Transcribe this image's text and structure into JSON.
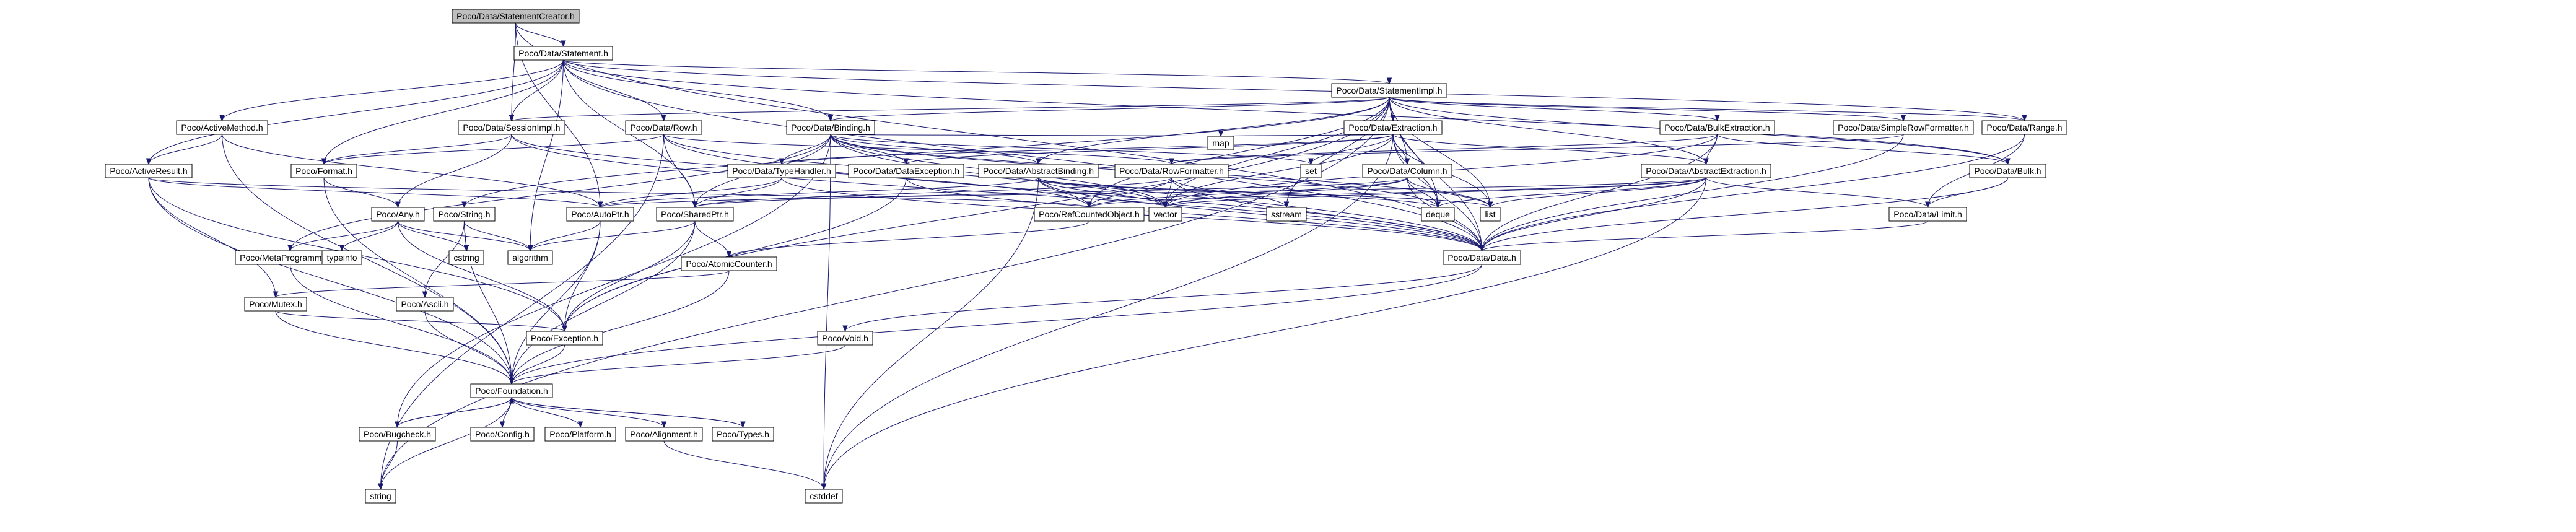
{
  "title": "",
  "colors": {
    "root_fill": "#bfbfbf",
    "node_fill": "#ffffff",
    "edge": "#191970",
    "border_black": "#000000",
    "border_red": "#ff0000",
    "text": "#000000"
  },
  "nodes": [
    {
      "id": "creator",
      "label": "Poco/Data/StatementCreator.h",
      "border": "black",
      "root": true
    },
    {
      "id": "statement",
      "label": "Poco/Data/Statement.h",
      "border": "black"
    },
    {
      "id": "stmtimpl",
      "label": "Poco/Data/StatementImpl.h",
      "border": "black"
    },
    {
      "id": "sessionimpl",
      "label": "Poco/Data/SessionImpl.h",
      "border": "black"
    },
    {
      "id": "row",
      "label": "Poco/Data/Row.h",
      "border": "red"
    },
    {
      "id": "binding",
      "label": "Poco/Data/Binding.h",
      "border": "black"
    },
    {
      "id": "extraction",
      "label": "Poco/Data/Extraction.h",
      "border": "red"
    },
    {
      "id": "bulkext",
      "label": "Poco/Data/BulkExtraction.h",
      "border": "red"
    },
    {
      "id": "simplerowfmt",
      "label": "Poco/Data/SimpleRowFormatter.h",
      "border": "black"
    },
    {
      "id": "range",
      "label": "Poco/Data/Range.h",
      "border": "black"
    },
    {
      "id": "activemethod",
      "label": "Poco/ActiveMethod.h",
      "border": "red"
    },
    {
      "id": "activeresult",
      "label": "Poco/ActiveResult.h",
      "border": "red"
    },
    {
      "id": "format",
      "label": "Poco/Format.h",
      "border": "black"
    },
    {
      "id": "typehandler",
      "label": "Poco/Data/TypeHandler.h",
      "border": "red"
    },
    {
      "id": "dataexception",
      "label": "Poco/Data/DataException.h",
      "border": "black"
    },
    {
      "id": "abstractbinding",
      "label": "Poco/Data/AbstractBinding.h",
      "border": "red"
    },
    {
      "id": "rowformatter",
      "label": "Poco/Data/RowFormatter.h",
      "border": "red"
    },
    {
      "id": "column",
      "label": "Poco/Data/Column.h",
      "border": "red"
    },
    {
      "id": "abstractext",
      "label": "Poco/Data/AbstractExtraction.h",
      "border": "red"
    },
    {
      "id": "bulk",
      "label": "Poco/Data/Bulk.h",
      "border": "black"
    },
    {
      "id": "limit",
      "label": "Poco/Data/Limit.h",
      "border": "black"
    },
    {
      "id": "any",
      "label": "Poco/Any.h",
      "border": "black"
    },
    {
      "id": "string",
      "label": "Poco/String.h",
      "border": "black"
    },
    {
      "id": "autoptr",
      "label": "Poco/AutoPtr.h",
      "border": "black"
    },
    {
      "id": "sharedptr",
      "label": "Poco/SharedPtr.h",
      "border": "black"
    },
    {
      "id": "refcounted",
      "label": "Poco/RefCountedObject.h",
      "border": "black"
    },
    {
      "id": "data",
      "label": "Poco/Data/Data.h",
      "border": "black"
    },
    {
      "id": "metaprog",
      "label": "Poco/MetaProgramming.h",
      "border": "black"
    },
    {
      "id": "atomic",
      "label": "Poco/AtomicCounter.h",
      "border": "red"
    },
    {
      "id": "mutex",
      "label": "Poco/Mutex.h",
      "border": "red"
    },
    {
      "id": "ascii",
      "label": "Poco/Ascii.h",
      "border": "black"
    },
    {
      "id": "exception",
      "label": "Poco/Exception.h",
      "border": "red"
    },
    {
      "id": "void",
      "label": "Poco/Void.h",
      "border": "black"
    },
    {
      "id": "foundation",
      "label": "Poco/Foundation.h",
      "border": "black"
    },
    {
      "id": "bugcheck",
      "label": "Poco/Bugcheck.h",
      "border": "red"
    },
    {
      "id": "config",
      "label": "Poco/Config.h",
      "border": "black"
    },
    {
      "id": "platform",
      "label": "Poco/Platform.h",
      "border": "black"
    },
    {
      "id": "alignment",
      "label": "Poco/Alignment.h",
      "border": "black"
    },
    {
      "id": "types",
      "label": "Poco/Types.h",
      "border": "black"
    },
    {
      "id": "map",
      "label": "map",
      "border": "black"
    },
    {
      "id": "set",
      "label": "set",
      "border": "black"
    },
    {
      "id": "vector",
      "label": "vector",
      "border": "black"
    },
    {
      "id": "deque",
      "label": "deque",
      "border": "black"
    },
    {
      "id": "list",
      "label": "list",
      "border": "black"
    },
    {
      "id": "sstream",
      "label": "sstream",
      "border": "black"
    },
    {
      "id": "algorithm",
      "label": "algorithm",
      "border": "black"
    },
    {
      "id": "typeinfo",
      "label": "typeinfo",
      "border": "black"
    },
    {
      "id": "cstring",
      "label": "cstring",
      "border": "black"
    },
    {
      "id": "cstddef",
      "label": "cstddef",
      "border": "black"
    },
    {
      "id": "stdstring",
      "label": "string",
      "border": "black"
    }
  ],
  "edges": [
    [
      "creator",
      "statement"
    ],
    [
      "creator",
      "sessionimpl"
    ],
    [
      "creator",
      "autoptr"
    ],
    [
      "creator",
      "data"
    ],
    [
      "statement",
      "stmtimpl"
    ],
    [
      "statement",
      "sessionimpl"
    ],
    [
      "statement",
      "row"
    ],
    [
      "statement",
      "binding"
    ],
    [
      "statement",
      "range"
    ],
    [
      "statement",
      "bulk"
    ],
    [
      "statement",
      "activemethod"
    ],
    [
      "statement",
      "activeresult"
    ],
    [
      "statement",
      "format"
    ],
    [
      "statement",
      "sharedptr"
    ],
    [
      "statement",
      "algorithm"
    ],
    [
      "statement",
      "data"
    ],
    [
      "stmtimpl",
      "extraction"
    ],
    [
      "stmtimpl",
      "bulkext"
    ],
    [
      "stmtimpl",
      "simplerowfmt"
    ],
    [
      "stmtimpl",
      "range"
    ],
    [
      "stmtimpl",
      "binding"
    ],
    [
      "stmtimpl",
      "sessionimpl"
    ],
    [
      "stmtimpl",
      "column"
    ],
    [
      "stmtimpl",
      "abstractbinding"
    ],
    [
      "stmtimpl",
      "abstractext"
    ],
    [
      "stmtimpl",
      "bulk"
    ],
    [
      "stmtimpl",
      "refcounted"
    ],
    [
      "stmtimpl",
      "string"
    ],
    [
      "stmtimpl",
      "exception"
    ],
    [
      "stmtimpl",
      "vector"
    ],
    [
      "stmtimpl",
      "list"
    ],
    [
      "stmtimpl",
      "deque"
    ],
    [
      "stmtimpl",
      "sstream"
    ],
    [
      "stmtimpl",
      "stdstring"
    ],
    [
      "stmtimpl",
      "data"
    ],
    [
      "sessionimpl",
      "format"
    ],
    [
      "sessionimpl",
      "any"
    ],
    [
      "sessionimpl",
      "refcounted"
    ],
    [
      "sessionimpl",
      "data"
    ],
    [
      "row",
      "rowformatter"
    ],
    [
      "row",
      "sharedptr"
    ],
    [
      "row",
      "format"
    ],
    [
      "row",
      "vector"
    ],
    [
      "row",
      "stdstring"
    ],
    [
      "row",
      "data"
    ],
    [
      "binding",
      "typehandler"
    ],
    [
      "binding",
      "dataexception"
    ],
    [
      "binding",
      "abstractbinding"
    ],
    [
      "binding",
      "metaprog"
    ],
    [
      "binding",
      "bugcheck"
    ],
    [
      "binding",
      "map"
    ],
    [
      "binding",
      "set"
    ],
    [
      "binding",
      "vector"
    ],
    [
      "binding",
      "deque"
    ],
    [
      "binding",
      "list"
    ],
    [
      "binding",
      "cstddef"
    ],
    [
      "binding",
      "data"
    ],
    [
      "binding",
      "sharedptr"
    ],
    [
      "extraction",
      "typehandler"
    ],
    [
      "extraction",
      "abstractext"
    ],
    [
      "extraction",
      "column"
    ],
    [
      "extraction",
      "dataexception"
    ],
    [
      "extraction",
      "map"
    ],
    [
      "extraction",
      "set"
    ],
    [
      "extraction",
      "vector"
    ],
    [
      "extraction",
      "list"
    ],
    [
      "extraction",
      "deque"
    ],
    [
      "extraction",
      "cstddef"
    ],
    [
      "extraction",
      "data"
    ],
    [
      "bulkext",
      "abstractext"
    ],
    [
      "bulkext",
      "bulk"
    ],
    [
      "bulkext",
      "rowformatter"
    ],
    [
      "bulkext",
      "vector"
    ],
    [
      "bulkext",
      "data"
    ],
    [
      "simplerowfmt",
      "data"
    ],
    [
      "simplerowfmt",
      "rowformatter"
    ],
    [
      "range",
      "limit"
    ],
    [
      "range",
      "data"
    ],
    [
      "activemethod",
      "activeresult"
    ],
    [
      "activemethod",
      "autoptr"
    ],
    [
      "activemethod",
      "foundation"
    ],
    [
      "activeresult",
      "autoptr"
    ],
    [
      "activeresult",
      "mutex"
    ],
    [
      "activeresult",
      "exception"
    ],
    [
      "activeresult",
      "refcounted"
    ],
    [
      "activeresult",
      "foundation"
    ],
    [
      "format",
      "any"
    ],
    [
      "format",
      "foundation"
    ],
    [
      "typehandler",
      "autoptr"
    ],
    [
      "typehandler",
      "sharedptr"
    ],
    [
      "typehandler",
      "data"
    ],
    [
      "dataexception",
      "exception"
    ],
    [
      "dataexception",
      "data"
    ],
    [
      "abstractbinding",
      "autoptr"
    ],
    [
      "abstractbinding",
      "refcounted"
    ],
    [
      "abstractbinding",
      "vector"
    ],
    [
      "abstractbinding",
      "list"
    ],
    [
      "abstractbinding",
      "deque"
    ],
    [
      "abstractbinding",
      "cstddef"
    ],
    [
      "abstractbinding",
      "data"
    ],
    [
      "rowformatter",
      "sharedptr"
    ],
    [
      "rowformatter",
      "refcounted"
    ],
    [
      "rowformatter",
      "sstream"
    ],
    [
      "rowformatter",
      "vector"
    ],
    [
      "rowformatter",
      "data"
    ],
    [
      "column",
      "sharedptr"
    ],
    [
      "column",
      "refcounted"
    ],
    [
      "column",
      "vector"
    ],
    [
      "column",
      "list"
    ],
    [
      "column",
      "deque"
    ],
    [
      "column",
      "data"
    ],
    [
      "abstractext",
      "autoptr"
    ],
    [
      "abstractext",
      "refcounted"
    ],
    [
      "abstractext",
      "limit"
    ],
    [
      "abstractext",
      "vector"
    ],
    [
      "abstractext",
      "deque"
    ],
    [
      "abstractext",
      "list"
    ],
    [
      "abstractext",
      "cstddef"
    ],
    [
      "abstractext",
      "data"
    ],
    [
      "bulk",
      "limit"
    ],
    [
      "bulk",
      "data"
    ],
    [
      "limit",
      "data"
    ],
    [
      "any",
      "metaprog"
    ],
    [
      "any",
      "algorithm"
    ],
    [
      "any",
      "typeinfo"
    ],
    [
      "any",
      "cstring"
    ],
    [
      "any",
      "exception"
    ],
    [
      "string",
      "ascii"
    ],
    [
      "string",
      "cstring"
    ],
    [
      "string",
      "algorithm"
    ],
    [
      "string",
      "foundation"
    ],
    [
      "autoptr",
      "exception"
    ],
    [
      "autoptr",
      "algorithm"
    ],
    [
      "autoptr",
      "foundation"
    ],
    [
      "sharedptr",
      "atomic"
    ],
    [
      "sharedptr",
      "exception"
    ],
    [
      "sharedptr",
      "algorithm"
    ],
    [
      "sharedptr",
      "foundation"
    ],
    [
      "refcounted",
      "atomic"
    ],
    [
      "data",
      "foundation"
    ],
    [
      "data",
      "void"
    ],
    [
      "metaprog",
      "foundation"
    ],
    [
      "atomic",
      "mutex"
    ],
    [
      "atomic",
      "foundation"
    ],
    [
      "mutex",
      "exception"
    ],
    [
      "mutex",
      "foundation"
    ],
    [
      "ascii",
      "foundation"
    ],
    [
      "exception",
      "foundation"
    ],
    [
      "void",
      "foundation"
    ],
    [
      "foundation",
      "bugcheck"
    ],
    [
      "foundation",
      "config"
    ],
    [
      "foundation",
      "platform"
    ],
    [
      "foundation",
      "alignment"
    ],
    [
      "foundation",
      "types"
    ],
    [
      "foundation",
      "stdstring"
    ],
    [
      "bugcheck",
      "foundation"
    ],
    [
      "bugcheck",
      "stdstring"
    ],
    [
      "types",
      "foundation"
    ],
    [
      "alignment",
      "cstddef"
    ]
  ]
}
